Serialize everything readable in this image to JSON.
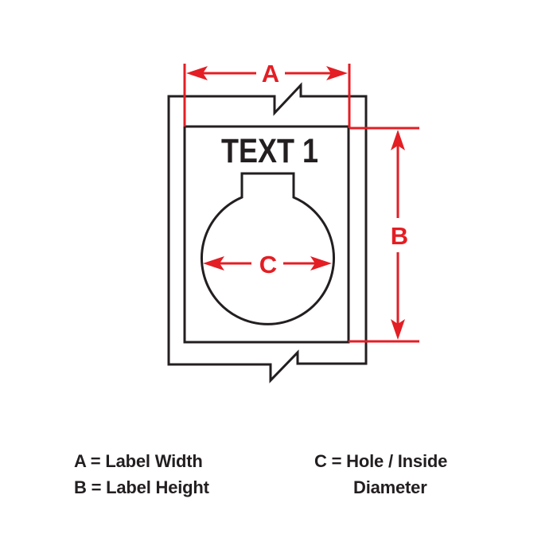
{
  "diagram": {
    "label_text": "TEXT 1",
    "dimension_a": "A",
    "dimension_b": "B",
    "dimension_c": "C",
    "colors": {
      "outline": "#231f20",
      "dimension": "#e31e24",
      "background": "#ffffff"
    }
  },
  "legend": {
    "left": [
      "A = Label Width",
      "B = Label Height"
    ],
    "right": {
      "line1": "C = Hole / Inside",
      "line2": "Diameter"
    }
  }
}
